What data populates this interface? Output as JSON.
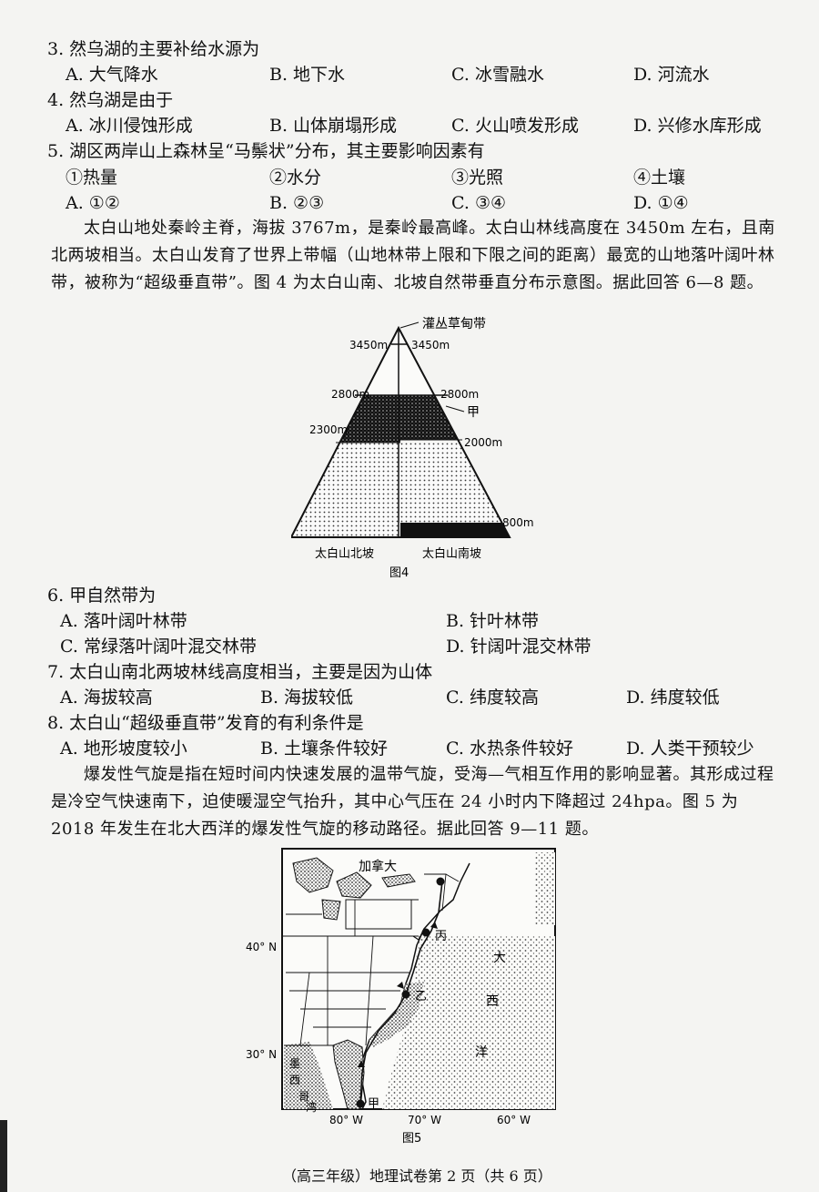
{
  "questions": {
    "q3": {
      "stem": "3. 然乌湖的主要补给水源为",
      "options": [
        "A. 大气降水",
        "B. 地下水",
        "C. 冰雪融水",
        "D. 河流水"
      ]
    },
    "q4": {
      "stem": "4. 然乌湖是由于",
      "options": [
        "A. 冰川侵蚀形成",
        "B. 山体崩塌形成",
        "C. 火山喷发形成",
        "D. 兴修水库形成"
      ]
    },
    "q5": {
      "stem": "5. 湖区两岸山上森林呈“马鬃状”分布，其主要影响因素有",
      "factors": [
        "①热量",
        "②水分",
        "③光照",
        "④土壤"
      ],
      "options": [
        "A. ①②",
        "B. ②③",
        "C. ③④",
        "D. ①④"
      ]
    },
    "q6": {
      "stem": "6. 甲自然带为",
      "options": [
        "A. 落叶阔叶林带",
        "B. 针叶林带",
        "C. 常绿落叶阔叶混交林带",
        "D. 针阔叶混交林带"
      ]
    },
    "q7": {
      "stem": "7. 太白山南北两坡林线高度相当，主要是因为山体",
      "options": [
        "A. 海拔较高",
        "B. 海拔较低",
        "C. 纬度较高",
        "D. 纬度较低"
      ]
    },
    "q8": {
      "stem": "8. 太白山“超级垂直带”发育的有利条件是",
      "options": [
        "A. 地形坡度较小",
        "B. 土壤条件较好",
        "C. 水热条件较好",
        "D. 人类干预较少"
      ]
    }
  },
  "passages": {
    "p1": "太白山地处秦岭主脊，海拔 3767m，是秦岭最高峰。太白山林线高度在 3450m 左右，且南北两坡相当。太白山发育了世界上带幅（山地林带上限和下限之间的距离）最宽的山地落叶阔叶林带，被称为“超级垂直带”。图 4 为太白山南、北坡自然带垂直分布示意图。据此回答 6—8 题。",
    "p2": "爆发性气旋是指在短时间内快速发展的温带气旋，受海—气相互作用的影响显著。其形成过程是冷空气快速南下，迫使暖湿空气抬升，其中心气压在 24 小时内下降超过 24hpa。图 5 为 2018 年发生在北大西洋的爆发性气旋的移动路径。据此回答 9—11 题。"
  },
  "figure4": {
    "top_label": "灌丛草甸带",
    "north_labels": [
      "3450m",
      "2800m",
      "2300m"
    ],
    "south_labels": [
      "3450m",
      "2800m",
      "2000m",
      "800m"
    ],
    "jia": "甲",
    "north_slope": "太白山北坡",
    "south_slope": "太白山南坡",
    "caption": "图4"
  },
  "figure5": {
    "country": "加拿大",
    "gulf": [
      "墨",
      "西",
      "哥",
      "湾"
    ],
    "ocean": [
      "大",
      "西",
      "洋"
    ],
    "points": [
      "丙",
      "乙",
      "甲"
    ],
    "lat_labels": [
      "40° N",
      "30° N"
    ],
    "lon_labels": [
      "80° W",
      "70° W",
      "60° W"
    ],
    "caption": "图5"
  },
  "footer": "（高三年级）地理试卷第 2 页（共 6 页）"
}
